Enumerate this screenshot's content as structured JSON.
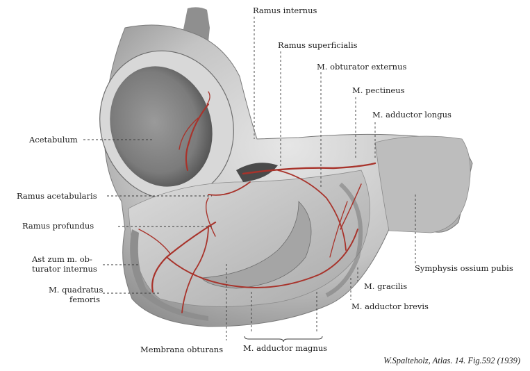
{
  "labels": {
    "ramus_internus": "Ramus internus",
    "ramus_superficialis": "Ramus superficialis",
    "obturator_externus": "M. obturator externus",
    "pectineus": "M. pectineus",
    "adductor_longus": "M. adductor longus",
    "acetabulum": "Acetabulum",
    "ramus_acetabularis": "Ramus acetabularis",
    "ramus_profundus": "Ramus profundus",
    "ast_line1": "Ast zum m. ob-",
    "ast_line2": "turator internus",
    "quadratus_line1": "M. quadratus",
    "quadratus_line2": "femoris",
    "symphysis": "Symphysis ossium pubis",
    "gracilis": "M. gracilis",
    "adductor_brevis": "M. adductor brevis",
    "membrana_obturans": "Membrana obturans",
    "adductor_magnus": "M. adductor magnus"
  },
  "caption": "W.Spalteholz, Atlas. 14. Fig.592 (1939)",
  "colors": {
    "artery": "#a8332b",
    "bone": "#c9c9c9",
    "shadow": "#6a6a6a",
    "paper": "#ffffff"
  }
}
